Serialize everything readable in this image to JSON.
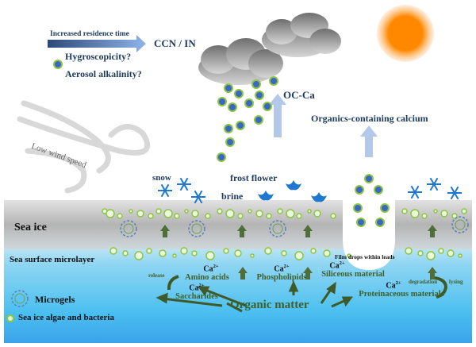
{
  "atmosphere": {
    "arrow_label": "Increased residence time",
    "arrow_target": "CCN / IN",
    "questions": [
      "Hygroscopicity?",
      "Aerosol alkalinity?"
    ],
    "oc_ca_label": "OC-Ca",
    "organics_label": "Organics-containing calcium",
    "wind_label": "Low wind speed"
  },
  "surface": {
    "snow_label": "snow",
    "frost_flower_label": "frost flower",
    "brine_label": "brine",
    "film_drops_label": "Film drops within leads"
  },
  "layers": {
    "sea_ice": "Sea ice",
    "microlayer": "Sea surface microlayer"
  },
  "legend": {
    "microgels": "Microgels",
    "algae": "Sea ice algae and bacteria"
  },
  "organic": {
    "center": "Organic matter",
    "ca": "Ca",
    "ca_sup": "2+",
    "release": "release",
    "degradation": "degradation",
    "lysing": "lysing",
    "amino_acids": "Amino acids",
    "saccharides": "Saccharides",
    "phospholipids": "Phospholipids",
    "siliceous": "Siliceous material",
    "proteinaceous": "Proteinaceous materials"
  },
  "colors": {
    "navy_text": "#1f3a5f",
    "green_text": "#3f5f2a",
    "particle_fill": "#3a66c8",
    "particle_ring": "#8cc63f",
    "sun": "#ff8800",
    "sea": "#4ab8ec",
    "ice": "#b8b8b8"
  }
}
